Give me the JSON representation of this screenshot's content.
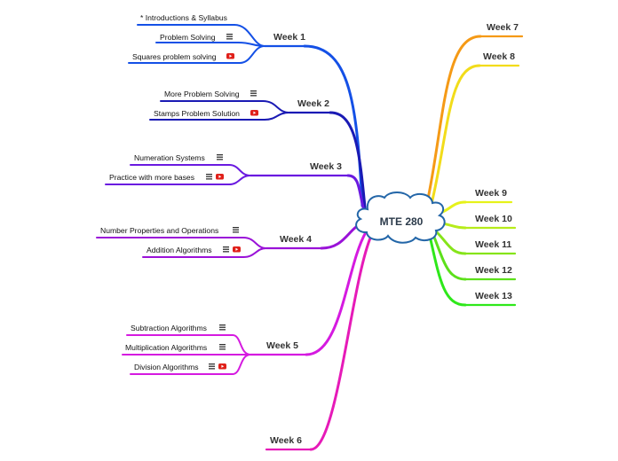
{
  "center": {
    "label": "MTE 280"
  },
  "colors": {
    "week1": "#1450e6",
    "week2": "#1a1ab4",
    "week3": "#6a1ae0",
    "week4": "#9a12d8",
    "week5": "#d51ae0",
    "week6": "#e61ab8",
    "week7": "#f59a16",
    "week8": "#f2dc1a",
    "week9": "#e6f21a",
    "week10": "#b6ec1a",
    "week11": "#86e41a",
    "week12": "#5ce01a",
    "week13": "#2ee81a",
    "cloud_stroke": "#2366a8",
    "icon_red": "#e0201a"
  },
  "branches": {
    "week1": {
      "label": "Week 1",
      "topics": [
        {
          "label": "* Introductions & Syllabus",
          "icons": []
        },
        {
          "label": "Problem Solving",
          "icons": [
            "notes-icon"
          ]
        },
        {
          "label": "Squares problem solving",
          "icons": [
            "youtube-icon"
          ]
        }
      ]
    },
    "week2": {
      "label": "Week 2",
      "topics": [
        {
          "label": "More Problem Solving",
          "icons": [
            "notes-icon"
          ]
        },
        {
          "label": "Stamps Problem Solution",
          "icons": [
            "youtube-icon"
          ]
        }
      ]
    },
    "week3": {
      "label": "Week 3",
      "topics": [
        {
          "label": "Numeration Systems",
          "icons": [
            "notes-icon"
          ]
        },
        {
          "label": "Practice with more bases",
          "icons": [
            "notes-icon",
            "youtube-icon"
          ]
        }
      ]
    },
    "week4": {
      "label": "Week 4",
      "topics": [
        {
          "label": "Number Properties and Operations",
          "icons": [
            "notes-icon"
          ]
        },
        {
          "label": "Addition Algorithms",
          "icons": [
            "notes-icon",
            "youtube-icon"
          ]
        }
      ]
    },
    "week5": {
      "label": "Week 5",
      "topics": [
        {
          "label": "Subtraction Algorithms",
          "icons": [
            "notes-icon"
          ]
        },
        {
          "label": "Multiplication Algorithms",
          "icons": [
            "notes-icon"
          ]
        },
        {
          "label": "Division Algorithms",
          "icons": [
            "notes-icon",
            "youtube-icon"
          ]
        }
      ]
    },
    "week6": {
      "label": "Week 6",
      "topics": []
    },
    "week7": {
      "label": "Week 7",
      "topics": []
    },
    "week8": {
      "label": "Week 8",
      "topics": []
    },
    "week9": {
      "label": "Week 9",
      "topics": []
    },
    "week10": {
      "label": "Week 10",
      "topics": []
    },
    "week11": {
      "label": "Week 11",
      "topics": []
    },
    "week12": {
      "label": "Week 12",
      "topics": []
    },
    "week13": {
      "label": "Week 13",
      "topics": []
    }
  }
}
